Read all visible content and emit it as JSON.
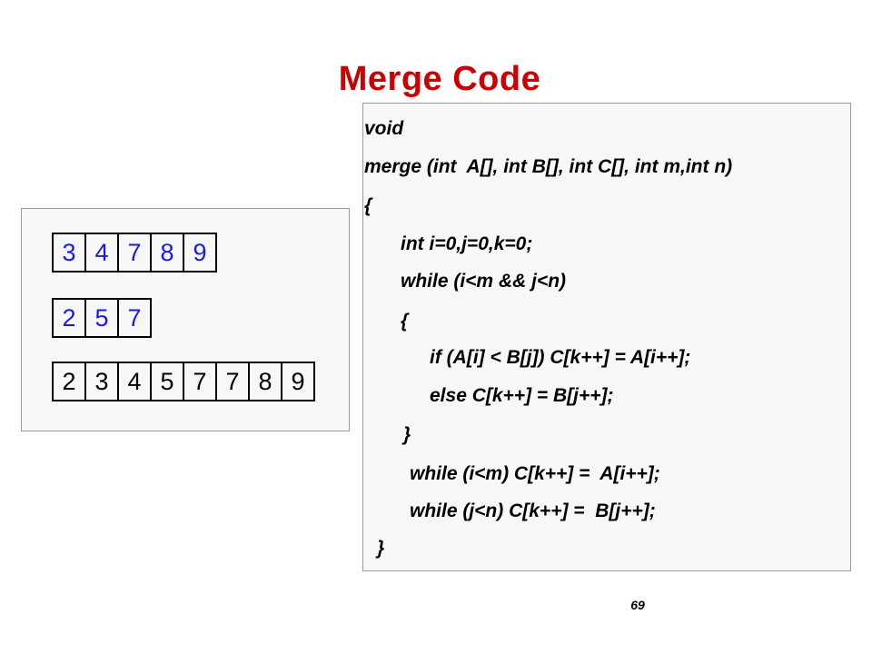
{
  "slide": {
    "title": "Merge Code",
    "page_number": "69"
  },
  "arrays": {
    "a": [
      "3",
      "4",
      "7",
      "8",
      "9"
    ],
    "b": [
      "2",
      "5",
      "7"
    ],
    "c": [
      "2",
      "3",
      "4",
      "5",
      "7",
      "7",
      "8",
      "9"
    ]
  },
  "code": [
    "void",
    "merge (int  A[], int B[], int C[], int m,int n)",
    "{",
    "int i=0,j=0,k=0;",
    "while (i<m && j<n)",
    "{",
    "if (A[i] < B[j]) C[k++] = A[i++];",
    "else C[k++] = B[j++];",
    "}",
    "while (i<m) C[k++] =  A[i++];",
    "while (j<n) C[k++] =  B[j++];",
    "}"
  ],
  "colors": {
    "title": "#cc0000",
    "input_digits": "#1a1ae6",
    "output_digits": "#000000",
    "panel_background": "#f7f7f7"
  }
}
